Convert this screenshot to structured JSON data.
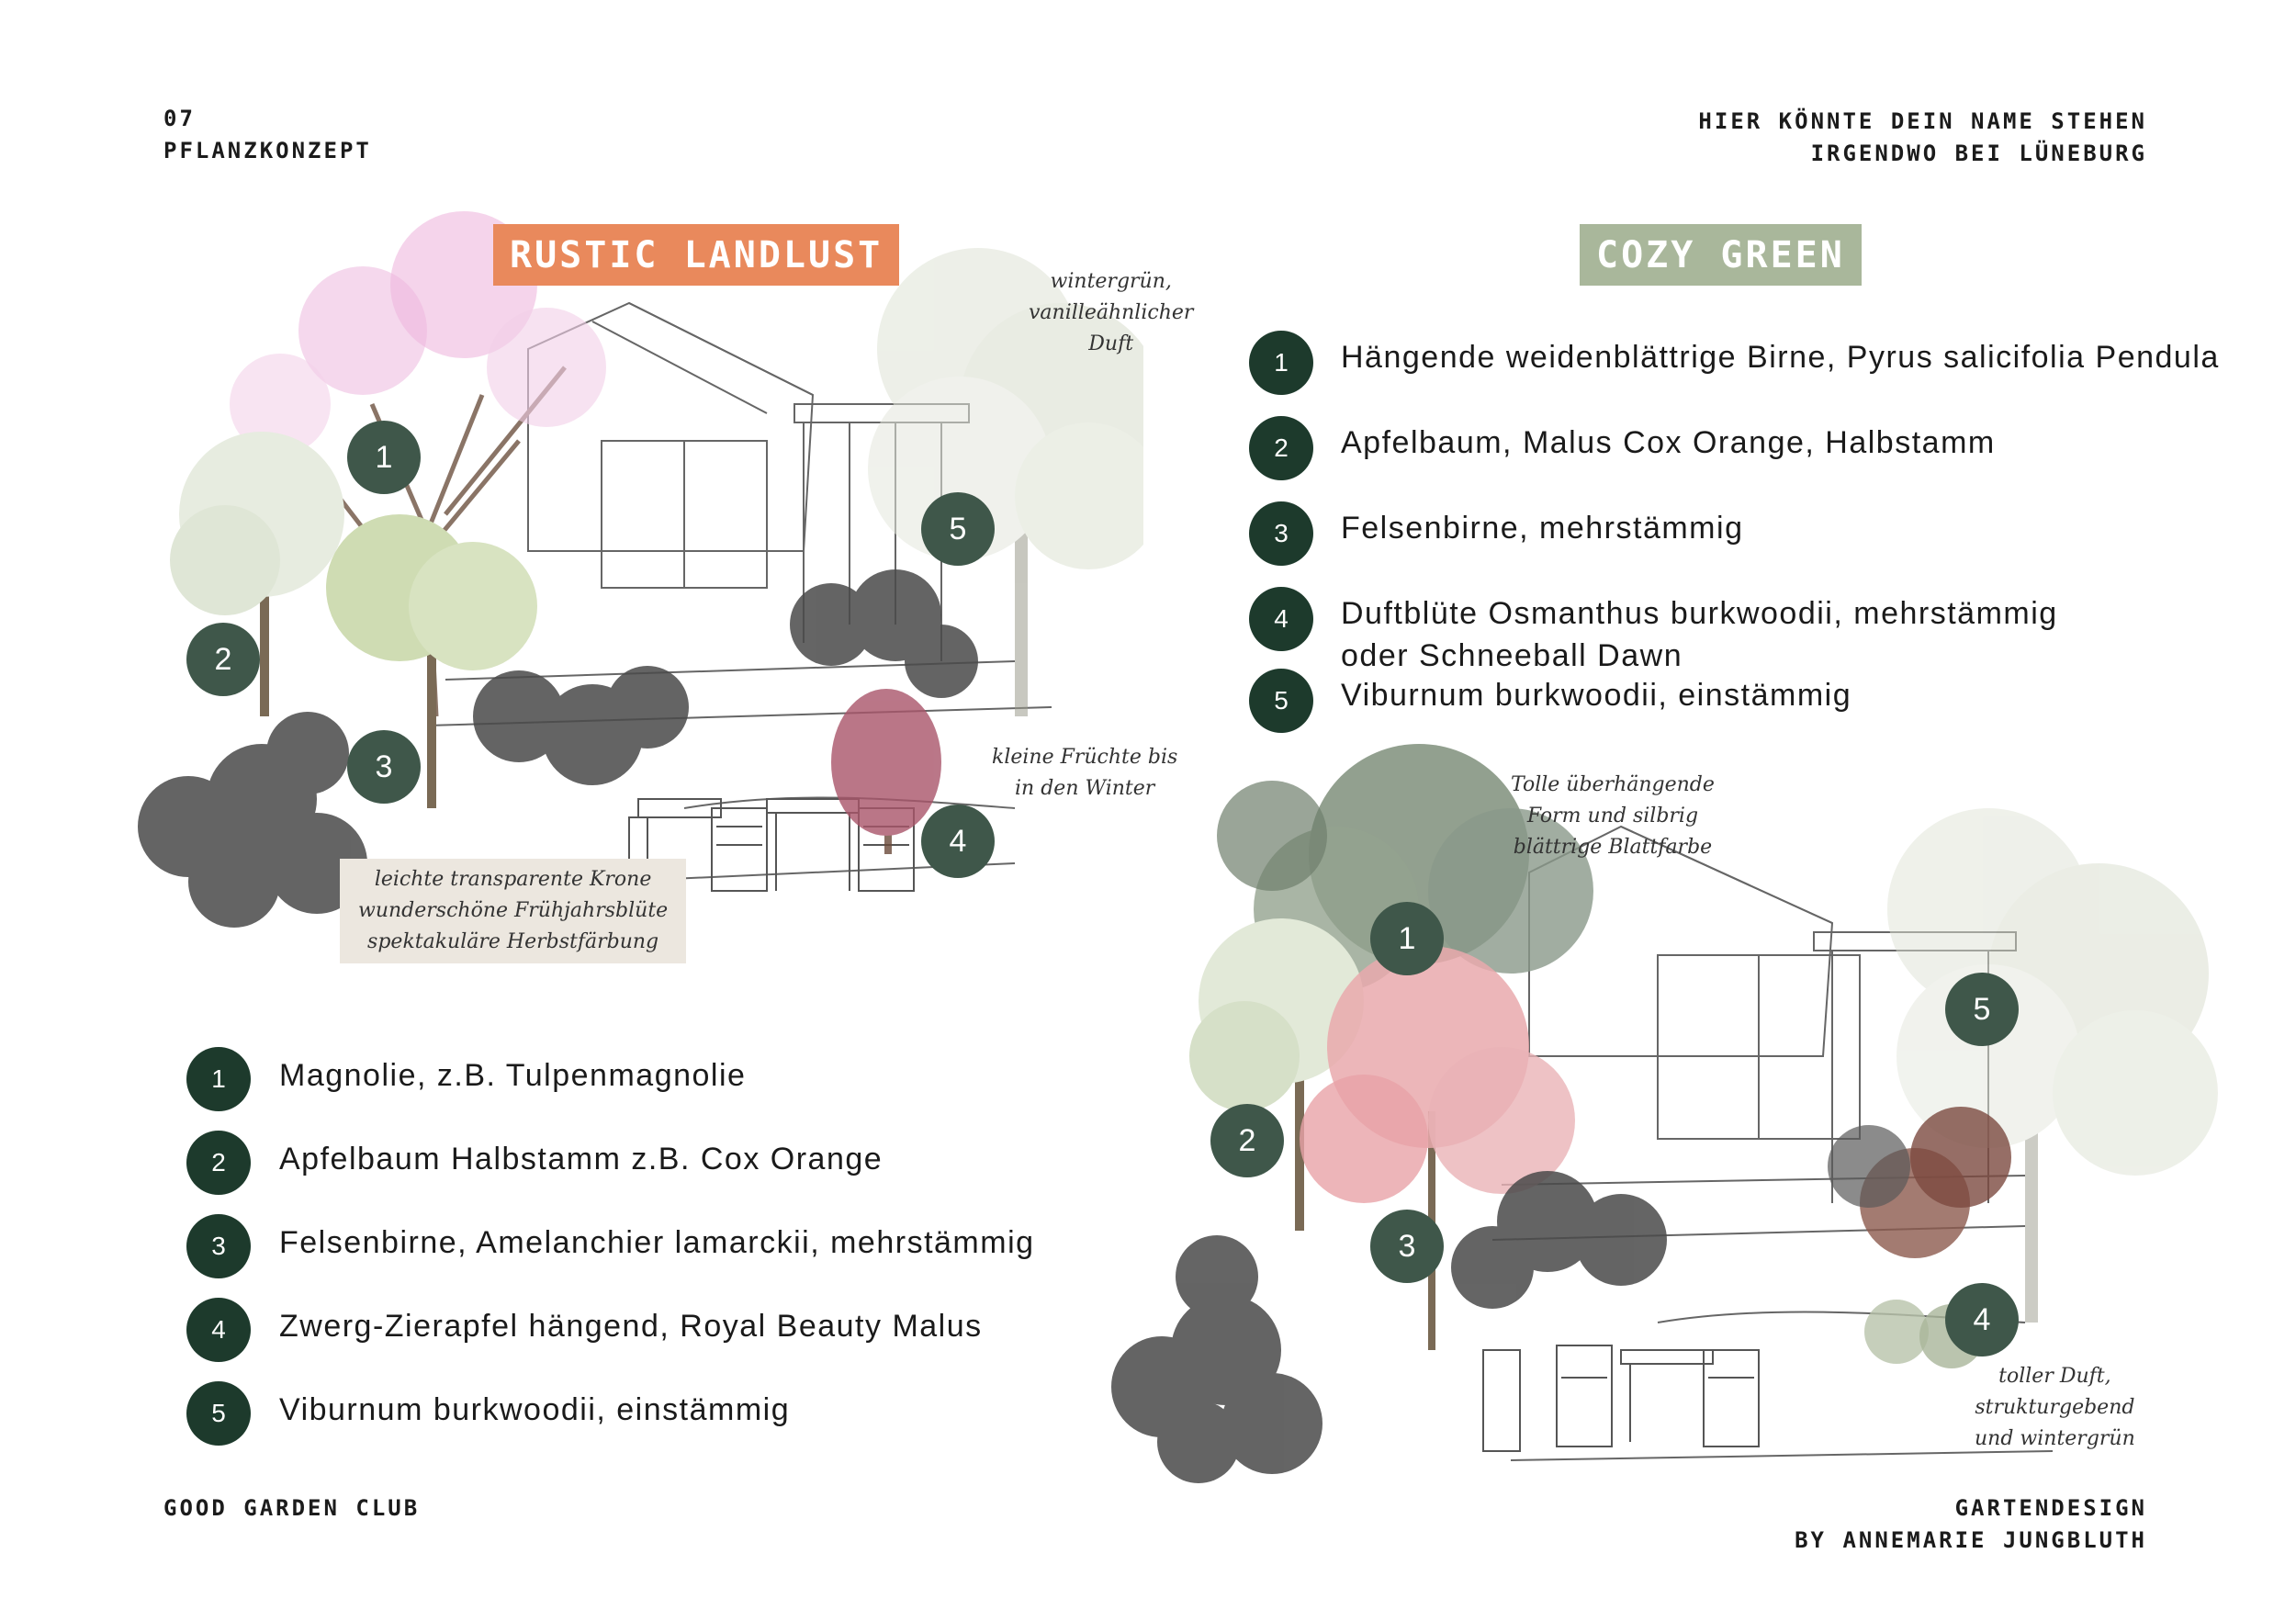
{
  "header": {
    "page_number": "07",
    "section": "PFLANZKONZEPT",
    "name_line": "HIER KÖNNTE DEIN NAME STEHEN",
    "location_line": "IRGENDWO BEI LÜNEBURG"
  },
  "footer": {
    "club": "GOOD GARDEN CLUB",
    "credit_line1": "GARTENDESIGN",
    "credit_line2": "BY ANNEMARIE JUNGBLUTH"
  },
  "colors": {
    "rustic_tag": "#e9895c",
    "cozy_tag": "#a9b79b",
    "marker": "#3f574a",
    "list_number": "#1d3a2c"
  },
  "rustic": {
    "title": "RUSTIC LANDLUST",
    "markers": [
      "1",
      "2",
      "3",
      "4",
      "5"
    ],
    "notes": {
      "viburnum": [
        "wintergrün,",
        "vanilleähnlicher",
        "Duft"
      ],
      "malus": [
        "kleine Früchte bis",
        "in den Winter"
      ],
      "paper": [
        "leichte transparente Krone",
        "wunderschöne Frühjahrsblüte",
        "spektakuläre Herbstfärbung"
      ]
    },
    "plants": [
      {
        "num": "1",
        "name": "Magnolie, z.B. Tulpenmagnolie"
      },
      {
        "num": "2",
        "name": "Apfelbaum Halbstamm z.B. Cox Orange"
      },
      {
        "num": "3",
        "name": "Felsenbirne, Amelanchier lamarckii, mehrstämmig"
      },
      {
        "num": "4",
        "name": "Zwerg-Zierapfel hängend, Royal Beauty Malus"
      },
      {
        "num": "5",
        "name": "Viburnum burkwoodii, einstämmig"
      }
    ]
  },
  "cozy": {
    "title": "COZY GREEN",
    "markers": [
      "1",
      "2",
      "3",
      "4",
      "5"
    ],
    "notes": {
      "pear": [
        "Tolle überhängende",
        "Form und silbrig",
        "blättrige Blattfarbe"
      ],
      "osmanthus": [
        "toller Duft,",
        "strukturgebend",
        "und wintergrün"
      ]
    },
    "plants": [
      {
        "num": "1",
        "name": "Hängende weidenblättrige Birne, Pyrus salicifolia Pendula"
      },
      {
        "num": "2",
        "name": "Apfelbaum, Malus Cox Orange, Halbstamm"
      },
      {
        "num": "3",
        "name": "Felsenbirne, mehrstämmig"
      },
      {
        "num": "4",
        "name": "Duftblüte Osmanthus burkwoodii, mehrstämmig"
      },
      {
        "num": "5",
        "name": "Viburnum burkwoodii, einstämmig"
      }
    ],
    "plant4_continuation": "oder Schneeball Dawn"
  }
}
